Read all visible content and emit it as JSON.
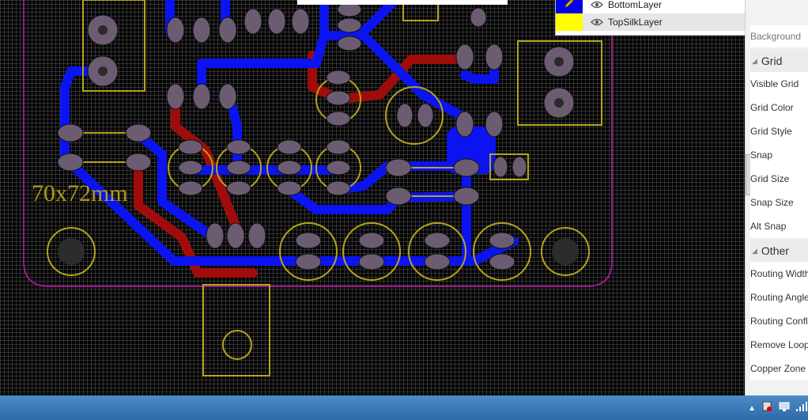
{
  "board": {
    "dimension_label": "70x72mm"
  },
  "layers_panel": {
    "rows": [
      {
        "name": "BottomLayer",
        "swatch_color": "#0000ee",
        "icon": "pencil-icon",
        "visible": true
      },
      {
        "name": "TopSilkLayer",
        "swatch_color": "#ffff00",
        "icon": "",
        "visible": true
      }
    ]
  },
  "properties_panel": {
    "partial_item": "Background",
    "sections": [
      {
        "title": "Grid",
        "items": [
          "Visible Grid",
          "Grid Color",
          "Grid Style",
          "Snap",
          "Grid Size",
          "Snap Size",
          "Alt Snap"
        ]
      },
      {
        "title": "Other",
        "items": [
          "Routing Width",
          "Routing Angle",
          "Routing Conflict",
          "Remove Loop",
          "Copper Zone"
        ]
      }
    ]
  },
  "colors": {
    "bottom_copper": "#0b14f0",
    "top_copper": "#a00c0c",
    "silkscreen": "#b5a41a",
    "board_outline": "#9a1a8a",
    "pad": "#6c5c72"
  }
}
